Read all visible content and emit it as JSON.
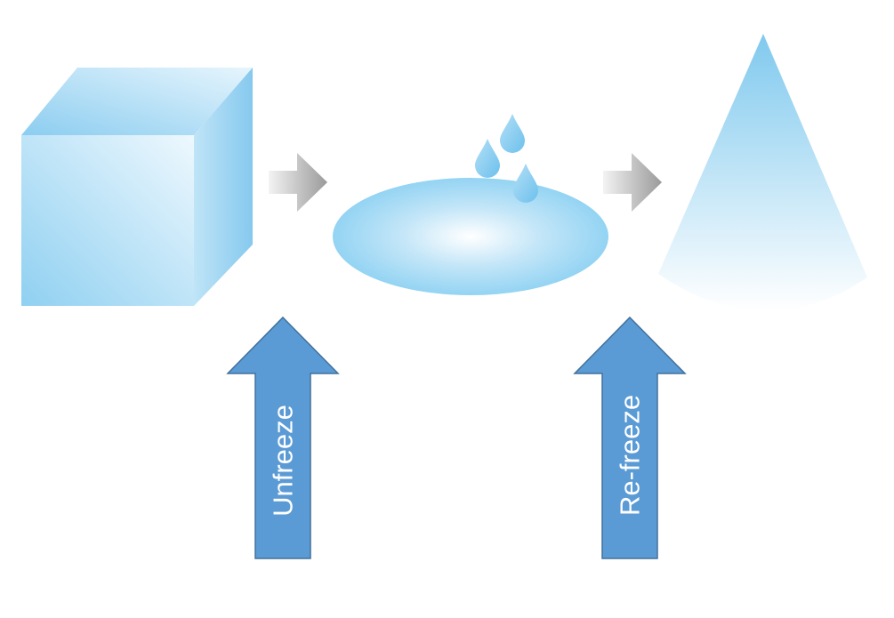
{
  "stages": [
    {
      "name": "ice-cube",
      "shape": "cube"
    },
    {
      "name": "melted-puddle",
      "shape": "ellipse-with-drops"
    },
    {
      "name": "refrozen-cone",
      "shape": "cone"
    }
  ],
  "transitions": [
    {
      "label": "Unfreeze"
    },
    {
      "label": "Re-freeze"
    }
  ],
  "colors": {
    "ice_dark": "#7cc8ef",
    "ice_light": "#eaf6fd",
    "arrow_fill": "#5b9bd5",
    "arrow_stroke": "#41719c",
    "label_text": "#ffffff",
    "connector_gray": "#a6a6a6"
  }
}
